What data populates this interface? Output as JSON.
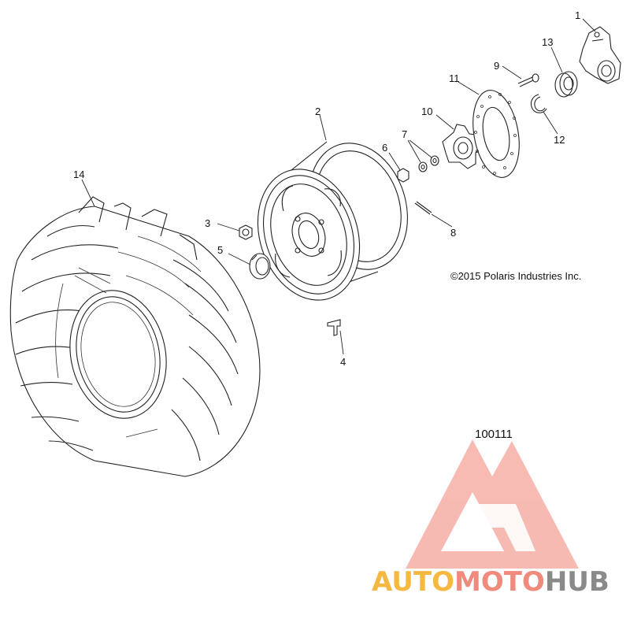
{
  "callouts": [
    {
      "id": "1",
      "label": "1"
    },
    {
      "id": "2",
      "label": "2"
    },
    {
      "id": "3",
      "label": "3"
    },
    {
      "id": "4",
      "label": "4"
    },
    {
      "id": "5",
      "label": "5"
    },
    {
      "id": "6",
      "label": "6"
    },
    {
      "id": "7",
      "label": "7"
    },
    {
      "id": "8",
      "label": "8"
    },
    {
      "id": "9",
      "label": "9"
    },
    {
      "id": "10",
      "label": "10"
    },
    {
      "id": "11",
      "label": "11"
    },
    {
      "id": "12",
      "label": "12"
    },
    {
      "id": "13",
      "label": "13"
    },
    {
      "id": "14",
      "label": "14"
    }
  ],
  "copyright": "©2015 Polaris Industries Inc.",
  "diagram_ref": "100111",
  "watermark": {
    "part1": "AUTO",
    "part2": "MOTO",
    "part3": "HUB",
    "color_auto": "#f5b942",
    "color_moto": "#f08a7c",
    "color_hub": "#8a8a8a",
    "logo_color": "#f4a49a"
  }
}
